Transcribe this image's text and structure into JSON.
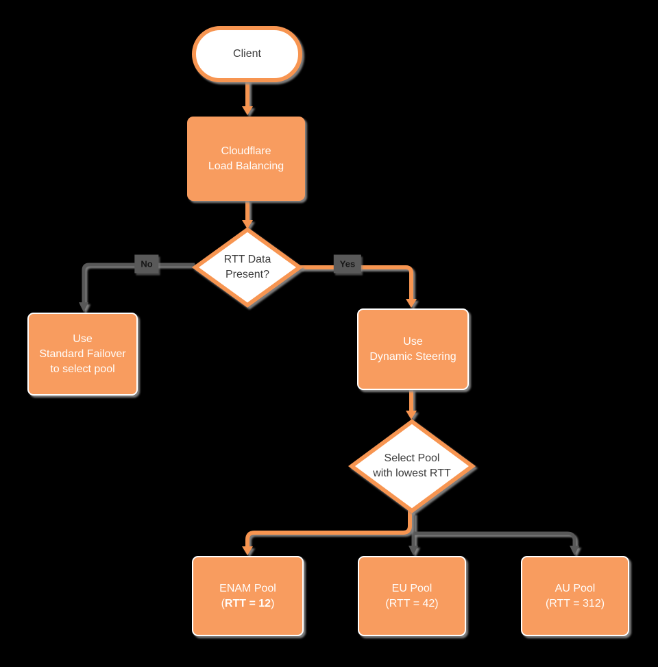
{
  "colors": {
    "background": "#000000",
    "node_fill_orange": "#F89C5E",
    "stroke_orange": "#F79551",
    "connector_gray": "#595959",
    "shadow_gray": "#8A8A8A",
    "node_text_white": "#FFFDFB",
    "node_text_dark": "#3C3C3C"
  },
  "nodes": {
    "client": {
      "label": "Client"
    },
    "cloudflare_lb": {
      "line1": "Cloudflare",
      "line2": "Load Balancing"
    },
    "rtt_data_present": {
      "line1": "RTT Data",
      "line2": "Present?"
    },
    "standard_failover": {
      "line1": "Use",
      "line2": "Standard Failover",
      "line3": "to select pool"
    },
    "dynamic_steering": {
      "line1": "Use",
      "line2": "Dynamic Steering"
    },
    "select_pool": {
      "line1": "Select Pool",
      "line2": "with lowest RTT"
    },
    "enam_pool": {
      "line1": "ENAM Pool",
      "paren_open": "(",
      "rtt_value": "RTT = 12",
      "paren_close": ")"
    },
    "eu_pool": {
      "line1": "EU Pool",
      "line2": "(RTT = 42)"
    },
    "au_pool": {
      "line1": "AU Pool",
      "line2": "(RTT = 312)"
    }
  },
  "edge_labels": {
    "no": "No",
    "yes": "Yes"
  }
}
